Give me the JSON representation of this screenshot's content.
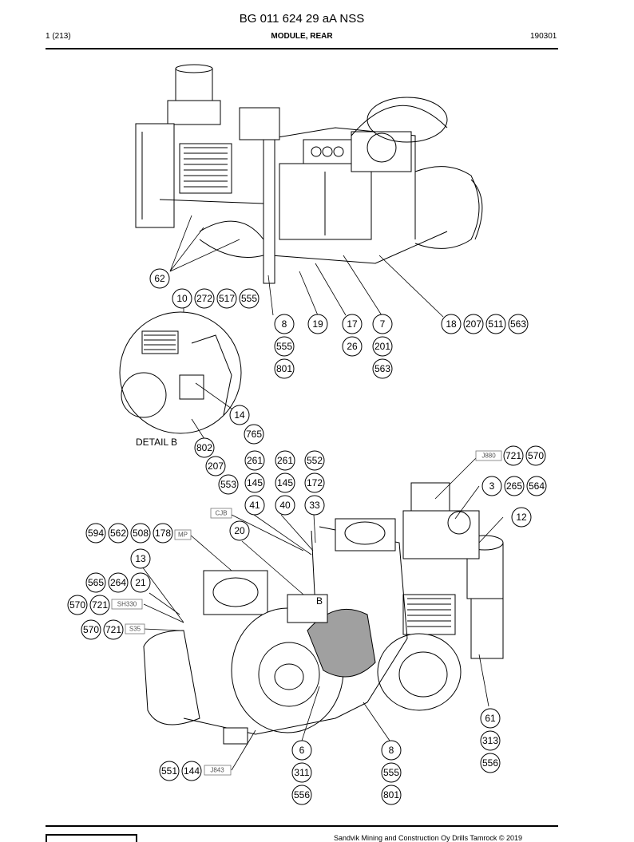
{
  "header": {
    "title": "BG 011 624 29 aA NSS",
    "page": "1 (213)",
    "section": "MODULE, REAR",
    "code": "190301"
  },
  "labels": {
    "detail": "DETAIL  B",
    "b_marker": "B"
  },
  "tags": {
    "j880": "J880",
    "cjb": "CJB",
    "mp": "MP",
    "sh330": "SH330",
    "s35": "S35",
    "j843": "J843"
  },
  "callouts": {
    "c62": "62",
    "c10": "10",
    "c272": "272",
    "c517": "517",
    "c555a": "555",
    "c8a": "8",
    "c555b": "555",
    "c801a": "801",
    "c19": "19",
    "c17": "17",
    "c26": "26",
    "c7": "7",
    "c201": "201",
    "c563a": "563",
    "c18": "18",
    "c207a": "207",
    "c511": "511",
    "c563b": "563",
    "c14": "14",
    "c765": "765",
    "c802": "802",
    "c207b": "207",
    "c553": "553",
    "c261a": "261",
    "c145a": "145",
    "c41": "41",
    "c261b": "261",
    "c145b": "145",
    "c40": "40",
    "c552": "552",
    "c172": "172",
    "c33": "33",
    "c721a": "721",
    "c570a": "570",
    "c3": "3",
    "c265": "265",
    "c564": "564",
    "c12": "12",
    "c20": "20",
    "c594": "594",
    "c562": "562",
    "c508": "508",
    "c178": "178",
    "c13": "13",
    "c565": "565",
    "c264": "264",
    "c21": "21",
    "c570b": "570",
    "c721b": "721",
    "c570c": "570",
    "c721c": "721",
    "c61": "61",
    "c313": "313",
    "c556a": "556",
    "c6": "6",
    "c311": "311",
    "c556b": "556",
    "c8b": "8",
    "c555c": "555",
    "c801b": "801",
    "c551": "551",
    "c144": "144"
  },
  "footer": {
    "text": "Sandvik Mining and Construction Oy Drills Tamrock © 2019"
  }
}
